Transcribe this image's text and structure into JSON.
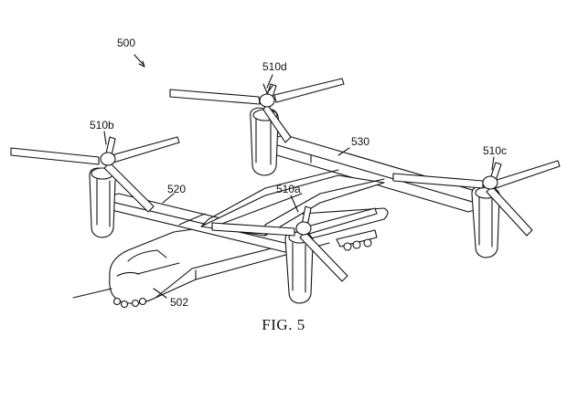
{
  "figure": {
    "caption": "FIG. 5",
    "labels": {
      "aircraft": "500",
      "rotor_d": "510d",
      "rotor_b": "510b",
      "rotor_c": "510c",
      "rotor_a": "510a",
      "wing_front": "520",
      "wing_rear": "530",
      "fuselage": "502"
    }
  }
}
